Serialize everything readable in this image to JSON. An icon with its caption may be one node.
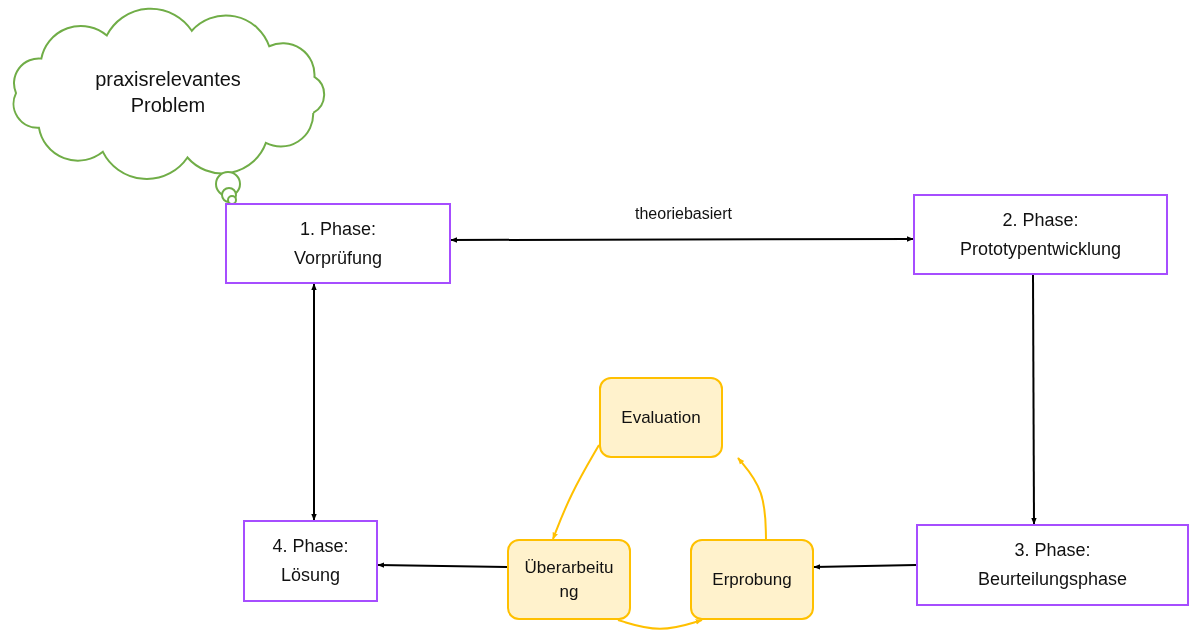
{
  "diagram": {
    "nodes": [
      {
        "text": [
          "praxisrelevantes Problem"
        ]
      },
      {
        "text": [
          "1. Phase:",
          "Vorprüfung"
        ]
      },
      {
        "text": [
          "2. Phase:",
          "Prototypentwicklung"
        ]
      },
      {
        "text": [
          "Evaluation"
        ]
      },
      {
        "text": [
          "Überarbeitung"
        ]
      },
      {
        "text": [
          "Erprobung"
        ]
      },
      {
        "text": [
          "4. Phase:",
          "Lösung"
        ]
      },
      {
        "text": [
          "3. Phase:",
          "Beurteilungsphase"
        ]
      }
    ],
    "edges": [
      {
        "from": 1,
        "to": 2,
        "arrow": "both",
        "label": "theoriebasiert"
      },
      {
        "from": 2,
        "to": 7,
        "arrow": "to"
      },
      {
        "from": 1,
        "to": 6,
        "arrow": "both"
      },
      {
        "from": 7,
        "to": 5,
        "arrow": "to"
      },
      {
        "from": 4,
        "to": 6,
        "arrow": "to"
      },
      {
        "from": 3,
        "to": 4,
        "arrow": "to",
        "color": "#ffc000"
      },
      {
        "from": 4,
        "to": 5,
        "arrow": "to",
        "color": "#ffc000"
      },
      {
        "from": 5,
        "to": 3,
        "arrow": "to",
        "color": "#ffc000"
      }
    ]
  }
}
